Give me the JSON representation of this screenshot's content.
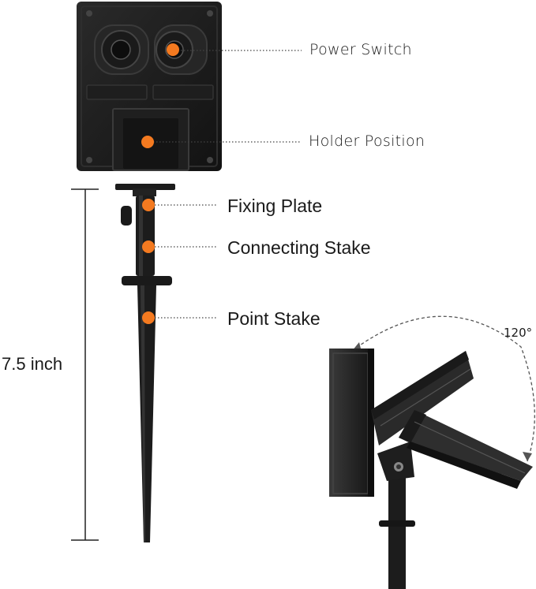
{
  "labels": {
    "power_switch": "Power Switch",
    "holder_position": "Holder Position",
    "fixing_plate": "Fixing Plate",
    "connecting_stake": "Connecting Stake",
    "point_stake": "Point Stake",
    "height": "7.5 inch",
    "angle": "120°"
  },
  "colors": {
    "marker": "#f47a20",
    "product": "#1c1c1c",
    "background": "#ffffff"
  }
}
